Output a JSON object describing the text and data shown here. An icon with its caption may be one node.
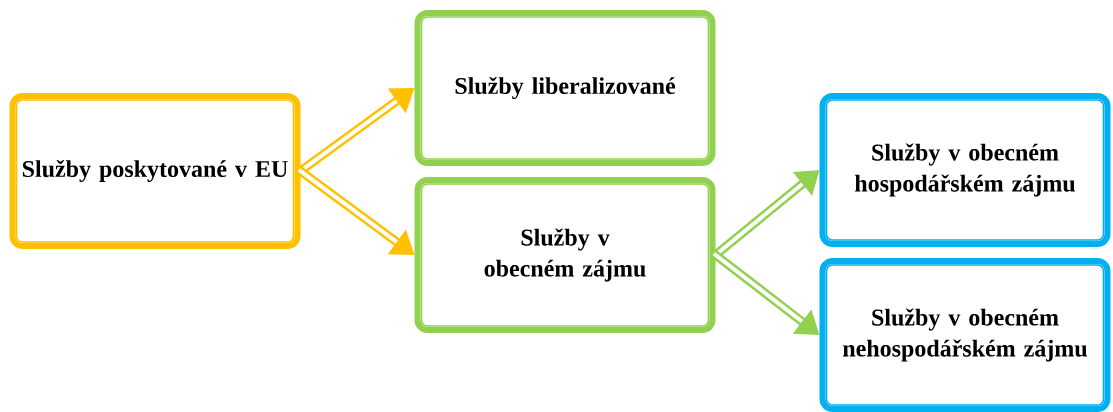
{
  "diagram": {
    "nodes": [
      {
        "text": [
          "Služby poskytované v EU"
        ]
      },
      {
        "text": [
          "Služby liberalizované"
        ]
      },
      {
        "text": [
          "Služby v obecném zájmu"
        ]
      },
      {
        "text": [
          "Služby v obecném hospodářském zájmu"
        ]
      },
      {
        "text": [
          "Služby v obecném nehospodářském zájmu"
        ]
      }
    ],
    "edges": [
      {
        "from": 0,
        "to": 1,
        "arrow": "to",
        "color": "#ffc000"
      },
      {
        "from": 0,
        "to": 2,
        "arrow": "to",
        "color": "#ffc000"
      },
      {
        "from": 2,
        "to": 3,
        "arrow": "to",
        "color": "#92d050"
      },
      {
        "from": 2,
        "to": 4,
        "arrow": "to",
        "color": "#92d050"
      }
    ]
  }
}
